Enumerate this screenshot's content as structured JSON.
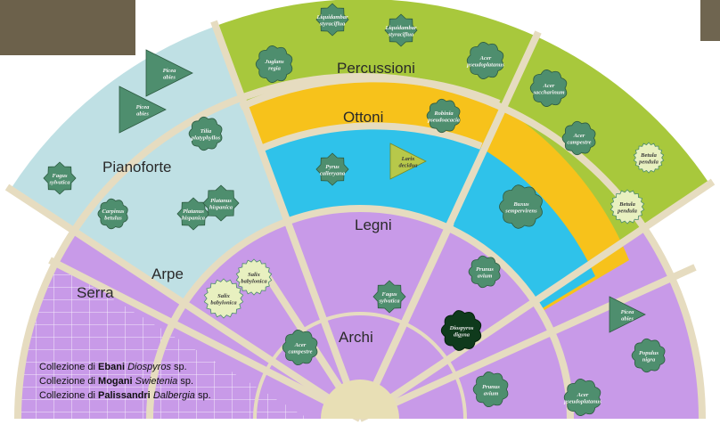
{
  "sections": {
    "percussioni": "Percussioni",
    "ottoni": "Ottoni",
    "legni": "Legni",
    "pianoforte": "Pianoforte",
    "arpe": "Arpe",
    "serra": "Serra",
    "archi": "Archi"
  },
  "plants": {
    "liquidambar_1": [
      "Liquidambar",
      "styraciflua"
    ],
    "liquidambar_2": [
      "Liquidambar",
      "styraciflua"
    ],
    "juglans": [
      "Juglans",
      "regia"
    ],
    "acer_pseudoplatanus_top": [
      "Acer",
      "pseudoplatanus"
    ],
    "acer_saccharinum": [
      "Acer",
      "saccharinum"
    ],
    "acer_campestre_right": [
      "Acer",
      "campestre"
    ],
    "betula_1": [
      "Betula",
      "pendula"
    ],
    "betula_2": [
      "Betula",
      "pendula"
    ],
    "robinia": [
      "Robinia",
      "pseudoacacia"
    ],
    "pyrus": [
      "Pyrus",
      "calleryana"
    ],
    "larix": [
      "Larix",
      "decidua"
    ],
    "buxus": [
      "Buxus",
      "sempervirens"
    ],
    "prunus_avium": [
      "Prunus",
      "avium"
    ],
    "picea_1": [
      "Picea",
      "abies"
    ],
    "picea_2": [
      "Picea",
      "abies"
    ],
    "tilia": [
      "Tilia",
      "platyphyllos"
    ],
    "fagus_left": [
      "Fagus",
      "sylvatica"
    ],
    "carpinus": [
      "Carpinus",
      "betulus"
    ],
    "platanus_1": [
      "Platanus",
      "hispanica"
    ],
    "platanus_2": [
      "Platanus",
      "hispanica"
    ],
    "salix_1": [
      "Salix",
      "babylonica"
    ],
    "salix_2": [
      "Salix",
      "babylonica"
    ],
    "fagus_archi": [
      "Fagus",
      "sylvatica"
    ],
    "diospyros": [
      "Diospyros",
      "digyna"
    ],
    "acer_campestre_archi": [
      "Acer",
      "campestre"
    ],
    "picea_right": [
      "Picea",
      "abies"
    ],
    "populus": [
      "Populus",
      "nigra"
    ],
    "prunus_right": [
      "Prunus",
      "avium"
    ],
    "acer_pseudoplatanus_bottom": [
      "Acer",
      "pseudoplatanus"
    ]
  },
  "legend": [
    {
      "prefix": "Collezione di ",
      "bold": "Ebani",
      "italic": "Diospyros",
      "suffix": " sp."
    },
    {
      "prefix": "Collezione di ",
      "bold": "Mogani",
      "italic": "Swietenia",
      "suffix": " sp."
    },
    {
      "prefix": "Collezione di ",
      "bold": "Palissandri",
      "italic": "Dalbergia",
      "suffix": " sp."
    }
  ],
  "colors": {
    "percussioni": "#a8c83c",
    "ottoni": "#f7c21b",
    "legni": "#2fc2ea",
    "pianoforte": "#bfe0e4",
    "archi": "#c89ae8",
    "divider": "#e6dcc0",
    "podium": "#e8dfb5",
    "plant": "#4e8e6e",
    "plant_dark": "#0f3a1c",
    "plant_light": "#e8f0c0",
    "plant_yellow": "#b7c84a"
  }
}
